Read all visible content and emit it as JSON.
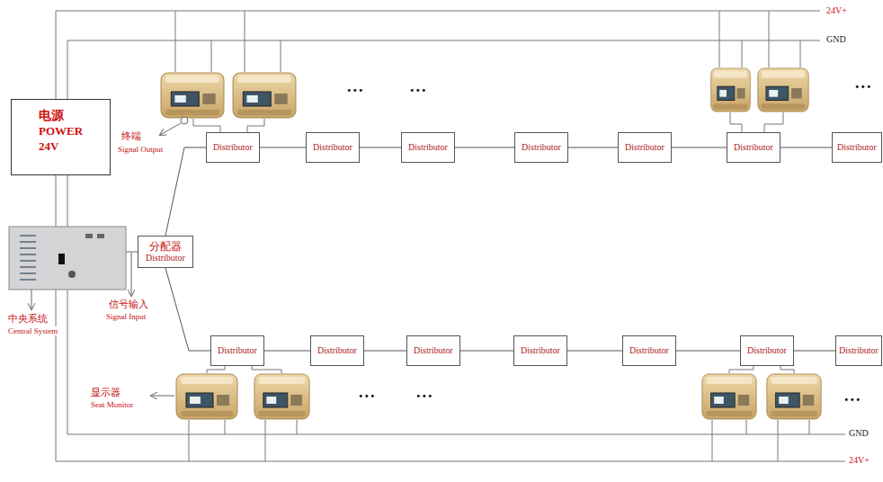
{
  "diagram": {
    "nodes": [
      {
        "text": [
          "电源",
          "POWER 24V"
        ]
      },
      {
        "text": [
          "分配器",
          "Distributor"
        ]
      },
      {
        "text": [
          "Distributor"
        ]
      },
      {
        "text": [
          "Distributor"
        ]
      },
      {
        "text": [
          "Distributor"
        ]
      },
      {
        "text": [
          "Distributor"
        ]
      },
      {
        "text": [
          "Distributor"
        ]
      },
      {
        "text": [
          "Distributor"
        ]
      },
      {
        "text": [
          "Distributor"
        ]
      },
      {
        "text": [
          "Distributor"
        ]
      },
      {
        "text": [
          "Distributor"
        ]
      },
      {
        "text": [
          "Distributor"
        ]
      },
      {
        "text": [
          "Distributor"
        ]
      },
      {
        "text": [
          "Distributor"
        ]
      },
      {
        "text": [
          "Distributor"
        ]
      },
      {
        "text": [
          "Distributor"
        ]
      }
    ],
    "edges": [
      {
        "from": 1,
        "to": 2,
        "arrow": "none"
      },
      {
        "from": 2,
        "to": 3,
        "arrow": "none"
      },
      {
        "from": 3,
        "to": 4,
        "arrow": "none"
      },
      {
        "from": 4,
        "to": 5,
        "arrow": "none"
      },
      {
        "from": 5,
        "to": 6,
        "arrow": "none"
      },
      {
        "from": 6,
        "to": 7,
        "arrow": "none"
      },
      {
        "from": 7,
        "to": 8,
        "arrow": "none"
      },
      {
        "from": 1,
        "to": 9,
        "arrow": "none"
      },
      {
        "from": 9,
        "to": 10,
        "arrow": "none"
      },
      {
        "from": 10,
        "to": 11,
        "arrow": "none"
      },
      {
        "from": 11,
        "to": 12,
        "arrow": "none"
      },
      {
        "from": 12,
        "to": 13,
        "arrow": "none"
      },
      {
        "from": 13,
        "to": 14,
        "arrow": "none"
      },
      {
        "from": 14,
        "to": 15,
        "arrow": "none"
      }
    ],
    "labels": [
      "24V+",
      "GND",
      "终端",
      "Signal Output",
      "中央系统",
      "Central System",
      "信号输入",
      "Signal Input",
      "显示器",
      "Seat Monitor",
      "GND",
      "24V+",
      "...",
      "...",
      "...",
      "...",
      "...",
      "..."
    ]
  }
}
